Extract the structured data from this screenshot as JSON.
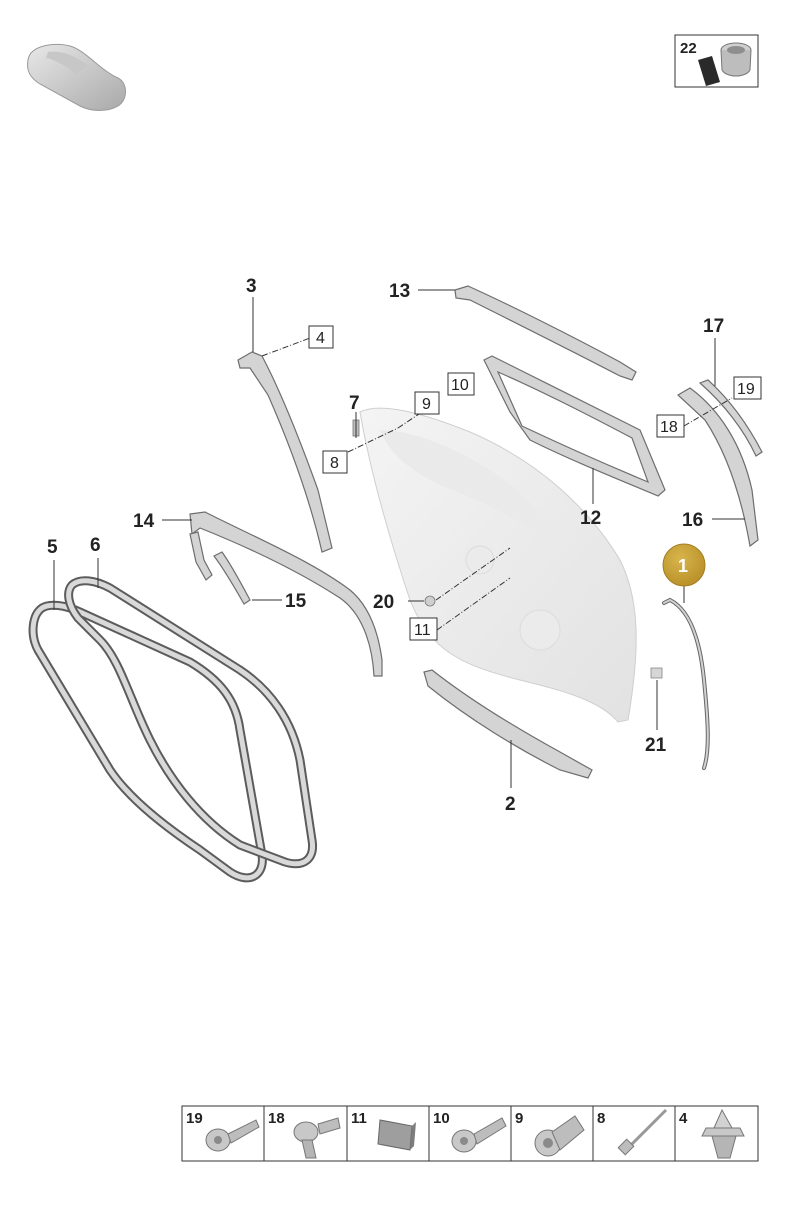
{
  "callouts": [
    {
      "id": "c3",
      "label": "3"
    },
    {
      "id": "c13",
      "label": "13"
    },
    {
      "id": "c17",
      "label": "17"
    },
    {
      "id": "c7",
      "label": "7"
    },
    {
      "id": "c12",
      "label": "12"
    },
    {
      "id": "c14",
      "label": "14"
    },
    {
      "id": "c16",
      "label": "16"
    },
    {
      "id": "c5",
      "label": "5"
    },
    {
      "id": "c6",
      "label": "6"
    },
    {
      "id": "c15",
      "label": "15"
    },
    {
      "id": "c20",
      "label": "20"
    },
    {
      "id": "c21",
      "label": "21"
    },
    {
      "id": "c2",
      "label": "2"
    }
  ],
  "boxed_refs": [
    {
      "id": "b4",
      "label": "4"
    },
    {
      "id": "b9",
      "label": "9"
    },
    {
      "id": "b10",
      "label": "10"
    },
    {
      "id": "b8",
      "label": "8"
    },
    {
      "id": "b19",
      "label": "19"
    },
    {
      "id": "b18",
      "label": "18"
    },
    {
      "id": "b11",
      "label": "11"
    }
  ],
  "highlight": {
    "label": "1",
    "color": "#c9a43a"
  },
  "inset": {
    "label": "22"
  },
  "legend": [
    "19",
    "18",
    "11",
    "10",
    "9",
    "8",
    "4"
  ],
  "colors": {
    "part_fill": "#d4d4d4",
    "part_stroke": "#6e6e6e",
    "text": "#222222"
  }
}
